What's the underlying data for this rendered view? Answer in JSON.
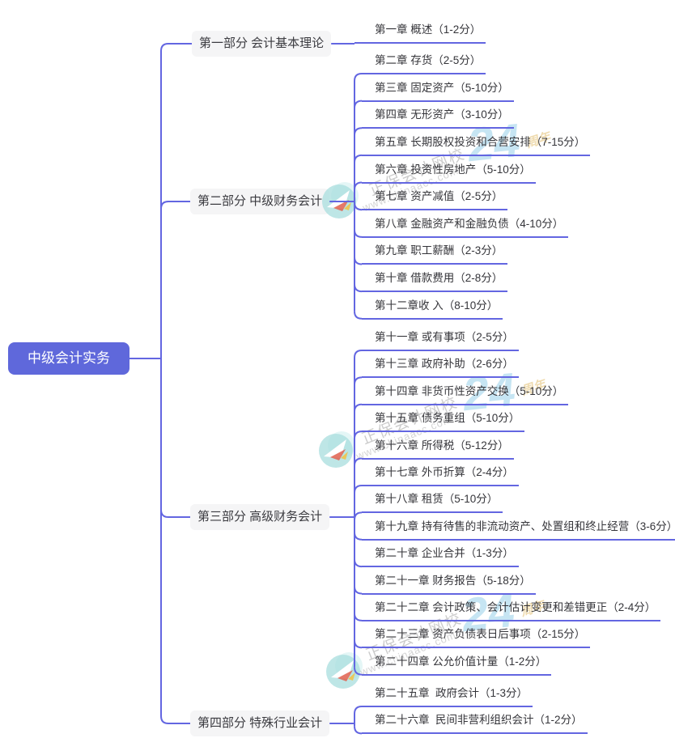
{
  "root": {
    "label": "中级会计实务"
  },
  "parts": [
    {
      "label": "第一部分 会计基本理论",
      "chapters": [
        "第一章 概述（1-2分）"
      ]
    },
    {
      "label": "第二部分 中级财务会计",
      "chapters": [
        "第二章 存货（2-5分）",
        "第三章 固定资产（5-10分）",
        "第四章 无形资产（3-10分）",
        "第五章 长期股权投资和合营安排（7-15分）",
        "第六章 投资性房地产（5-10分）",
        "第七章 资产减值（2-5分）",
        "第八章 金融资产和金融负债（4-10分）",
        "第九章 职工薪酬（2-3分）",
        "第十章 借款费用（2-8分）",
        "第十二章收 入（8-10分）"
      ]
    },
    {
      "label": "第三部分 高级财务会计",
      "chapters": [
        "第十一章 或有事项（2-5分）",
        "第十三章 政府补助（2-6分）",
        "第十四章 非货币性资产交换（5-10分）",
        "第十五章 债务重组（5-10分）",
        "第十六章 所得税（5-12分）",
        "第十七章 外币折算（2-4分）",
        "第十八章 租赁（5-10分）",
        "第十九章 持有待售的非流动资产、处置组和终止经营（3-6分）",
        "第二十章 企业合并（1-3分）",
        "第二十一章 财务报告（5-18分）",
        "第二十二章 会计政策、会计估计变更和差错更正（2-4分）",
        "第二十三章 资产负债表日后事项（2-15分）",
        "第二十四章 公允价值计量（1-2分）"
      ]
    },
    {
      "label": "第四部分 特殊行业会计",
      "chapters": [
        "第二十五章  政府会计（1-3分）",
        "第二十六章  民间非营利组织会计（1-2分）"
      ]
    }
  ],
  "watermark": {
    "site_name": "正保会计网校",
    "site_url": "www.chinaacc.com",
    "anniversary_number": "24",
    "anniversary_suffix": "周年"
  },
  "colors": {
    "accent_line": "#6366e1",
    "root_bg": "#5f68db",
    "part_bg": "#f5f5f6",
    "watermark_teal": "#bfe7e7",
    "watermark_gray": "#aaaaaa",
    "watermark_blue": "#8ecbe8",
    "watermark_yellow": "#e2be6e"
  }
}
